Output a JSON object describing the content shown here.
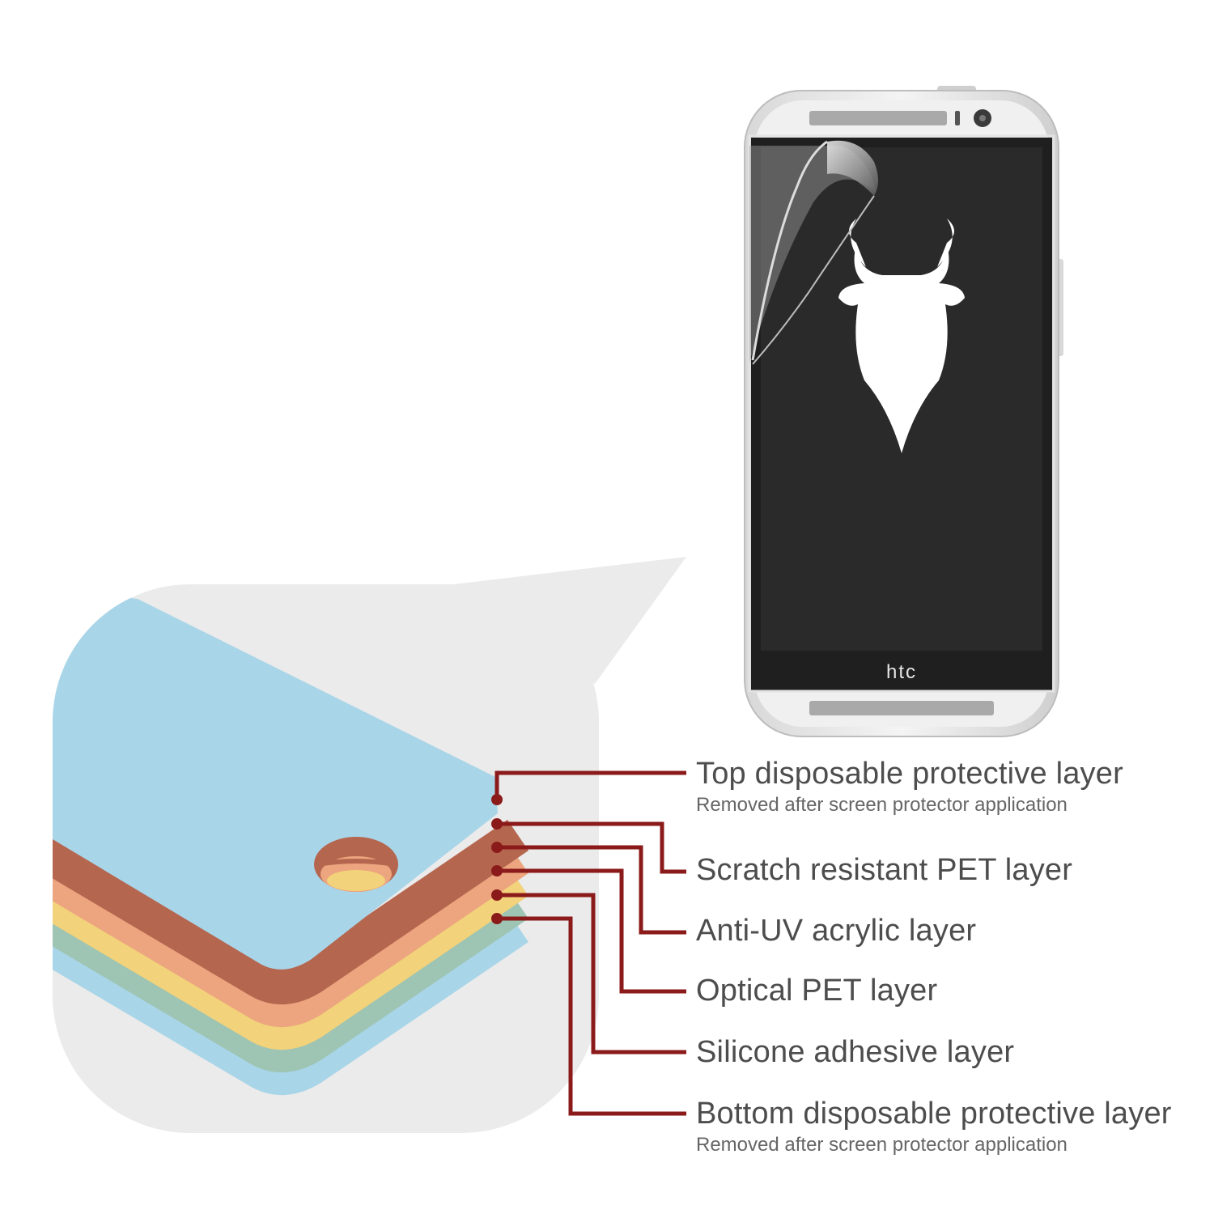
{
  "phone": {
    "brand_logo": "htc",
    "screen_mascot_icon": "horned-bull-head-icon"
  },
  "layers": [
    {
      "title": "Top disposable protective layer",
      "subtitle": "Removed after screen protector application"
    },
    {
      "title": "Scratch resistant PET layer",
      "subtitle": ""
    },
    {
      "title": "Anti-UV acrylic layer",
      "subtitle": ""
    },
    {
      "title": "Optical PET layer",
      "subtitle": ""
    },
    {
      "title": "Silicone adhesive layer",
      "subtitle": ""
    },
    {
      "title": "Bottom disposable protective layer",
      "subtitle": "Removed after screen protector application"
    }
  ],
  "colors": {
    "leader_line": "#8b1a1a",
    "layer_top": "#a9d5e8",
    "layer_scratch": "#b5664f",
    "layer_antiuv": "#eca57e",
    "layer_optical": "#f2d27a",
    "layer_silicone": "#9ec4b3",
    "layer_bottom": "#a9d5e8",
    "callout_bg": "#ebebeb",
    "phone_screen": "#2b2a2a"
  }
}
